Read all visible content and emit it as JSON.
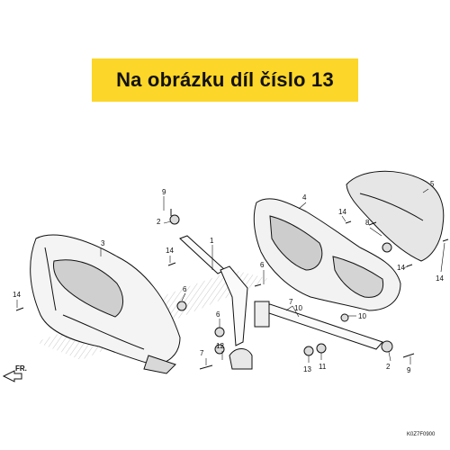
{
  "banner": {
    "text": "Na obrázku díl číslo 13",
    "background": "#fcd628"
  },
  "diagram": {
    "callouts": [
      "9",
      "2",
      "1",
      "14",
      "3",
      "6",
      "6",
      "12",
      "7",
      "14",
      "4",
      "14",
      "8",
      "7",
      "6",
      "10",
      "10",
      "5",
      "14",
      "13",
      "11",
      "2",
      "9",
      "14"
    ],
    "front_label": "FR.",
    "figure_code": "K0Z7F0900"
  }
}
